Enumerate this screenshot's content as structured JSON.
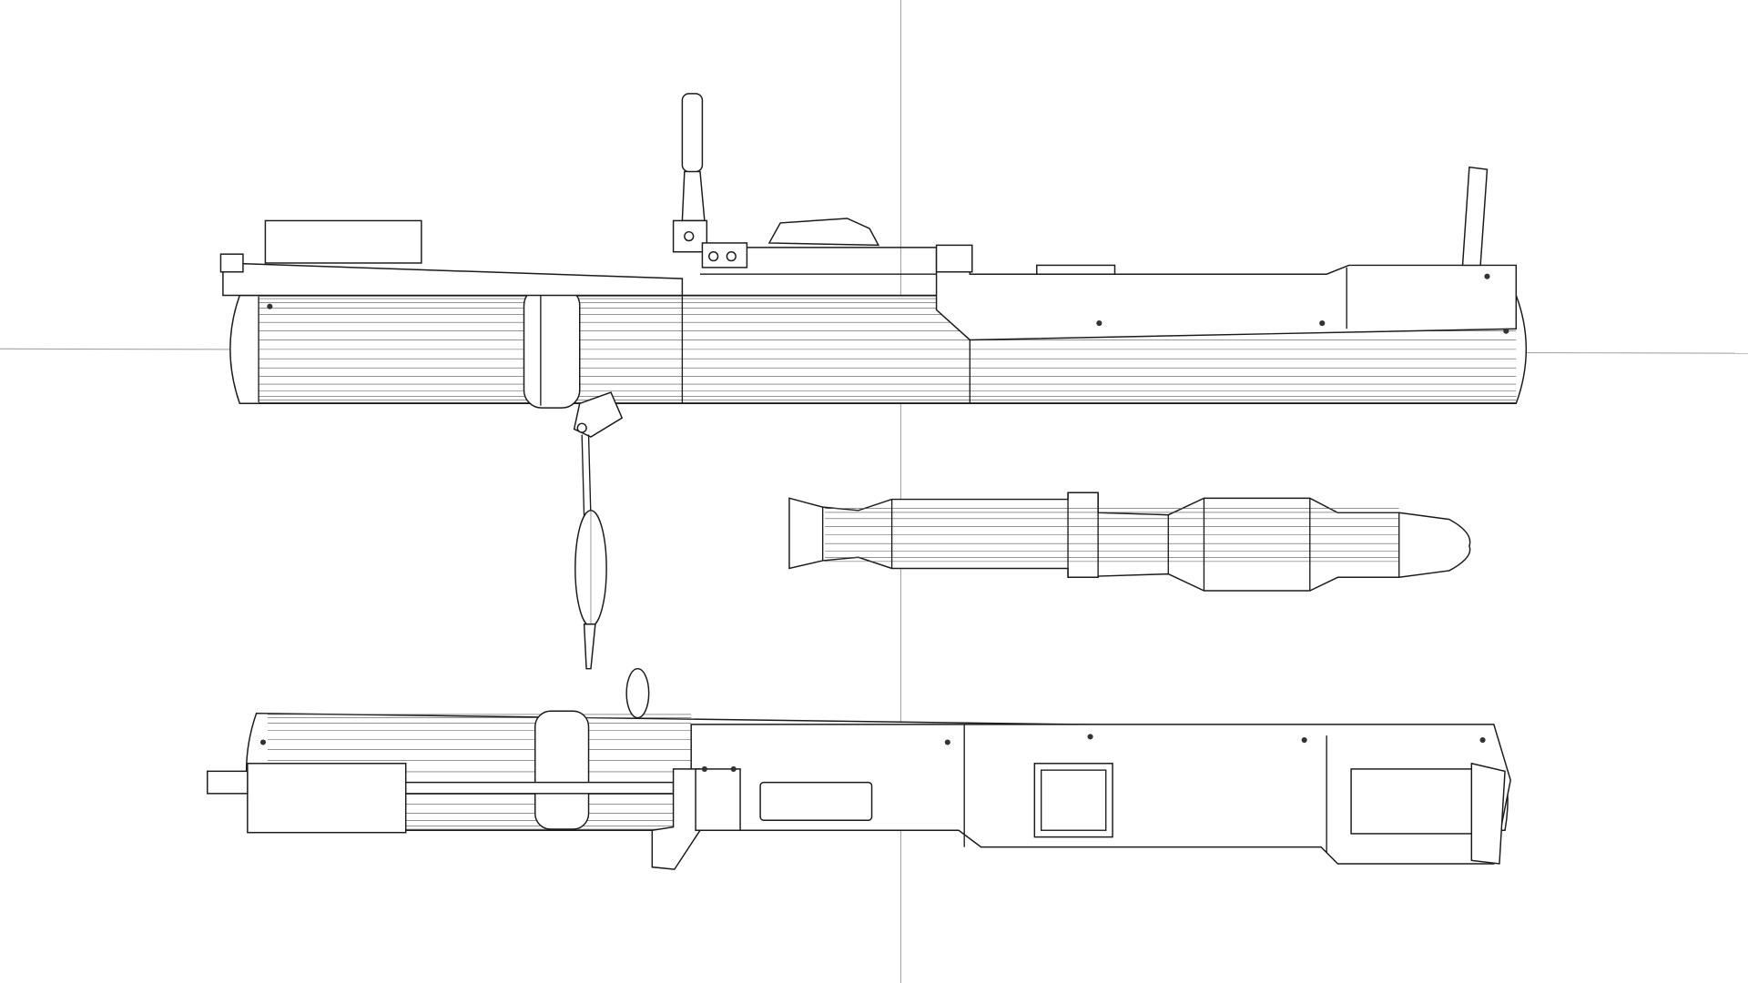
{
  "viewport": {
    "background_color": "#ffffff",
    "wire_color": "#1a1a1a",
    "guide_color": "#9a9a9a"
  },
  "icons": [
    "launcher-side-view",
    "rocket-projectile",
    "launcher-top-view"
  ]
}
